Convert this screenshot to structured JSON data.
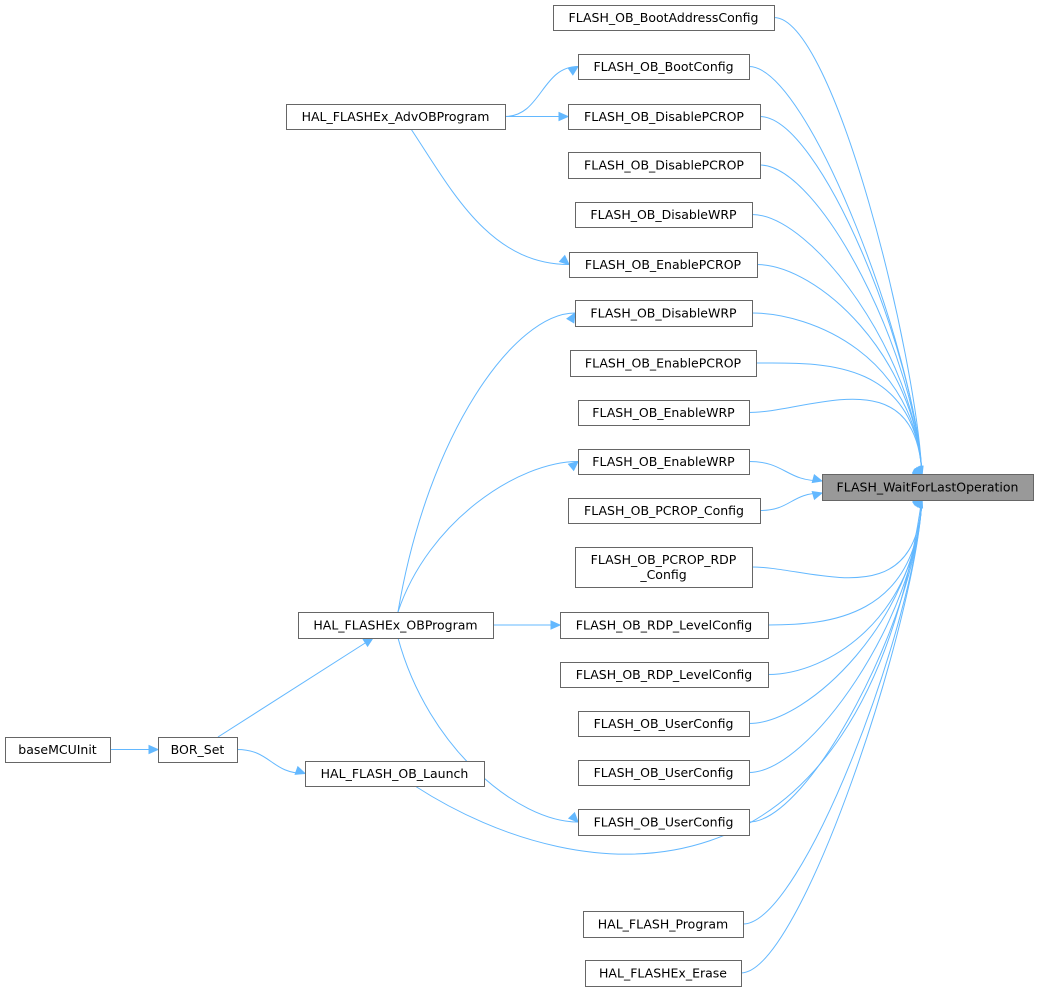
{
  "graph": {
    "type": "caller-graph",
    "nodes": [
      {
        "id": "wfl",
        "label": [
          "FLASH_WaitForLastOperation"
        ],
        "focus": true
      },
      {
        "id": "bootaddr",
        "label": [
          "FLASH_OB_BootAddressConfig"
        ]
      },
      {
        "id": "bootcfg",
        "label": [
          "FLASH_OB_BootConfig"
        ]
      },
      {
        "id": "dispcrop1",
        "label": [
          "FLASH_OB_DisablePCROP"
        ]
      },
      {
        "id": "dispcrop2",
        "label": [
          "FLASH_OB_DisablePCROP"
        ]
      },
      {
        "id": "diswrp1",
        "label": [
          "FLASH_OB_DisableWRP"
        ]
      },
      {
        "id": "enpcrop1",
        "label": [
          "FLASH_OB_EnablePCROP"
        ]
      },
      {
        "id": "diswrp2",
        "label": [
          "FLASH_OB_DisableWRP"
        ]
      },
      {
        "id": "enpcrop2",
        "label": [
          "FLASH_OB_EnablePCROP"
        ]
      },
      {
        "id": "enwrp1",
        "label": [
          "FLASH_OB_EnableWRP"
        ]
      },
      {
        "id": "enwrp2",
        "label": [
          "FLASH_OB_EnableWRP"
        ]
      },
      {
        "id": "pcropcfg",
        "label": [
          "FLASH_OB_PCROP_Config"
        ]
      },
      {
        "id": "pcroprdp",
        "label": [
          "FLASH_OB_PCROP_RDP",
          "_Config"
        ]
      },
      {
        "id": "rdp1",
        "label": [
          "FLASH_OB_RDP_LevelConfig"
        ]
      },
      {
        "id": "rdp2",
        "label": [
          "FLASH_OB_RDP_LevelConfig"
        ]
      },
      {
        "id": "user1",
        "label": [
          "FLASH_OB_UserConfig"
        ]
      },
      {
        "id": "user2",
        "label": [
          "FLASH_OB_UserConfig"
        ]
      },
      {
        "id": "user3",
        "label": [
          "FLASH_OB_UserConfig"
        ]
      },
      {
        "id": "prog",
        "label": [
          "HAL_FLASH_Program"
        ]
      },
      {
        "id": "erase",
        "label": [
          "HAL_FLASHEx_Erase"
        ]
      },
      {
        "id": "advob",
        "label": [
          "HAL_FLASHEx_AdvOBProgram"
        ]
      },
      {
        "id": "obprog",
        "label": [
          "HAL_FLASHEx_OBProgram"
        ]
      },
      {
        "id": "launch",
        "label": [
          "HAL_FLASH_OB_Launch"
        ]
      },
      {
        "id": "borset",
        "label": [
          "BOR_Set"
        ]
      },
      {
        "id": "basemcu",
        "label": [
          "baseMCUInit"
        ]
      }
    ],
    "edges": [
      {
        "from": "bootaddr",
        "to": "wfl"
      },
      {
        "from": "bootcfg",
        "to": "wfl"
      },
      {
        "from": "dispcrop1",
        "to": "wfl"
      },
      {
        "from": "dispcrop2",
        "to": "wfl"
      },
      {
        "from": "diswrp1",
        "to": "wfl"
      },
      {
        "from": "enpcrop1",
        "to": "wfl"
      },
      {
        "from": "diswrp2",
        "to": "wfl"
      },
      {
        "from": "enpcrop2",
        "to": "wfl"
      },
      {
        "from": "enwrp1",
        "to": "wfl"
      },
      {
        "from": "enwrp2",
        "to": "wfl"
      },
      {
        "from": "pcropcfg",
        "to": "wfl"
      },
      {
        "from": "pcroprdp",
        "to": "wfl"
      },
      {
        "from": "rdp1",
        "to": "wfl"
      },
      {
        "from": "rdp2",
        "to": "wfl"
      },
      {
        "from": "user1",
        "to": "wfl"
      },
      {
        "from": "user2",
        "to": "wfl"
      },
      {
        "from": "user3",
        "to": "wfl"
      },
      {
        "from": "launch",
        "to": "wfl"
      },
      {
        "from": "prog",
        "to": "wfl"
      },
      {
        "from": "erase",
        "to": "wfl"
      },
      {
        "from": "advob",
        "to": "bootcfg"
      },
      {
        "from": "advob",
        "to": "dispcrop1"
      },
      {
        "from": "advob",
        "to": "enpcrop1"
      },
      {
        "from": "obprog",
        "to": "diswrp2"
      },
      {
        "from": "obprog",
        "to": "enwrp2"
      },
      {
        "from": "obprog",
        "to": "rdp1"
      },
      {
        "from": "obprog",
        "to": "user3"
      },
      {
        "from": "borset",
        "to": "obprog"
      },
      {
        "from": "borset",
        "to": "launch"
      },
      {
        "from": "basemcu",
        "to": "borset"
      }
    ]
  },
  "colors": {
    "edge": "#63b8ff",
    "node_border": "#666666",
    "focus_fill": "#999999",
    "node_fill": "#ffffff"
  }
}
